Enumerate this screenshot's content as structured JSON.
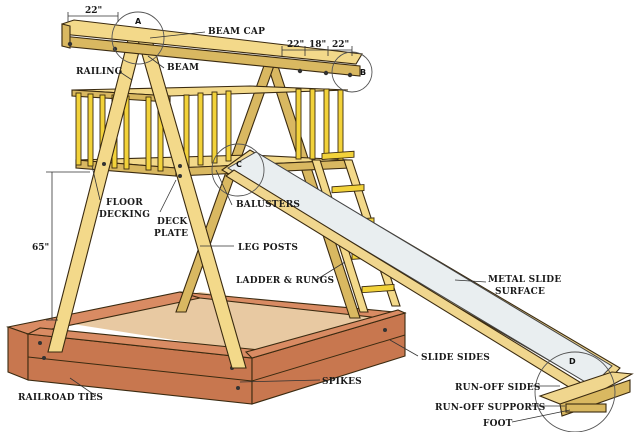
{
  "labels": {
    "beam_cap": "BEAM CAP",
    "beam": "BEAM",
    "railing": "RAILING",
    "floor_decking": "FLOOR\nDECKING",
    "floor_decking_1": "FLOOR",
    "floor_decking_2": "DECKING",
    "deck_plate_1": "DECK",
    "deck_plate_2": "PLATE",
    "balusters": "BALUSTERS",
    "leg_posts": "LEG POSTS",
    "ladder_rungs": "LADDER & RUNGS",
    "metal_slide_1": "METAL SLIDE",
    "metal_slide_2": "SURFACE",
    "slide_sides": "SLIDE SIDES",
    "run_off_sides": "RUN-OFF SIDES",
    "run_off_supports": "RUN-OFF SUPPORTS",
    "foot": "FOOT",
    "railroad_ties": "RAILROAD TIES",
    "spikes": "SPIKES"
  },
  "dimensions": {
    "top_left": "22\"",
    "right_a": "22\"",
    "right_b": "18\"",
    "right_c": "22\"",
    "height": "65\""
  },
  "callouts": {
    "a": "A",
    "b": "B",
    "c": "C",
    "d": "D"
  }
}
